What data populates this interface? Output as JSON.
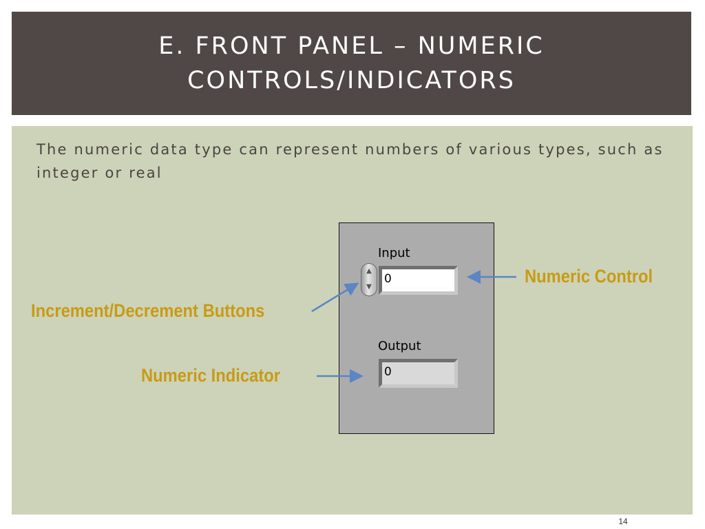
{
  "slide": {
    "title_lines": [
      "E. FRONT PANEL – NUMERIC",
      "CONTROLS/INDICATORS"
    ],
    "body_text": "The numeric data type can represent numbers of various types, such as integer or real",
    "page_number": "14",
    "colors": {
      "title_bar": "#504846",
      "content_bg": "#cdd3b8",
      "callout_text": "#c89b14",
      "arrow": "#5b86c2"
    }
  },
  "panel": {
    "input_label": "Input",
    "input_value": "0",
    "output_label": "Output",
    "output_value": "0",
    "stepper_icon": "increment-decrement-icon"
  },
  "callouts": {
    "numeric_control": "Numeric Control",
    "increment_decrement": "Increment/Decrement Buttons",
    "numeric_indicator": "Numeric Indicator"
  }
}
